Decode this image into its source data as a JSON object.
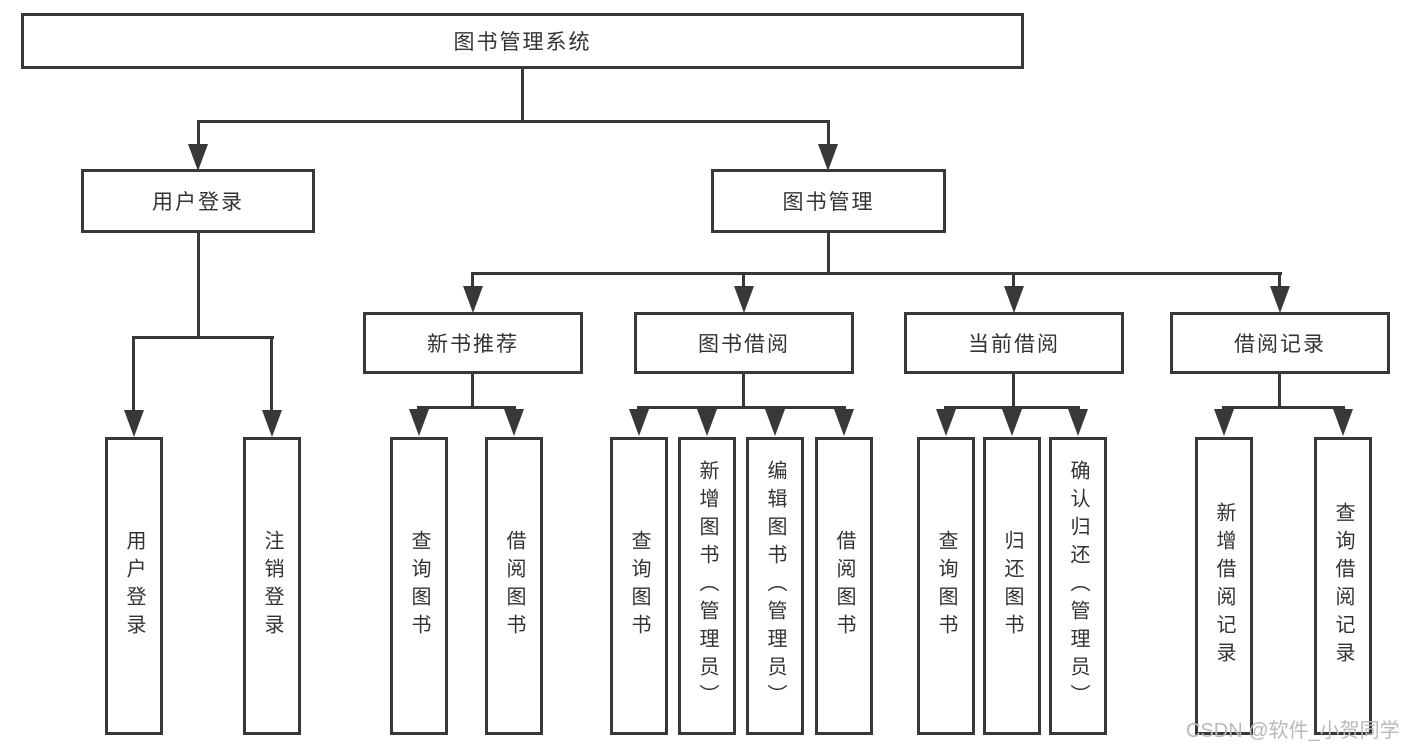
{
  "colors": {
    "line": "#383838",
    "text": "#333333",
    "box_fill": "#ffffff",
    "background": "#ffffff",
    "watermark": "#b9b9b9"
  },
  "watermark": {
    "text": "CSDN @软件_小贺同学"
  },
  "diagram": {
    "root": {
      "label": "图书管理系统"
    },
    "branches": [
      {
        "label": "用户登录",
        "children": [
          {
            "label": "用户登录"
          },
          {
            "label": "注销登录"
          }
        ]
      },
      {
        "label": "图书管理",
        "children": [
          {
            "label": "新书推荐",
            "children": [
              {
                "label": "查询图书"
              },
              {
                "label": "借阅图书"
              }
            ]
          },
          {
            "label": "图书借阅",
            "children": [
              {
                "label": "查询图书"
              },
              {
                "label": "新增图书（管理员）"
              },
              {
                "label": "编辑图书（管理员）"
              },
              {
                "label": "借阅图书"
              }
            ]
          },
          {
            "label": "当前借阅",
            "children": [
              {
                "label": "查询图书"
              },
              {
                "label": "归还图书"
              },
              {
                "label": "确认归还（管理员）"
              }
            ]
          },
          {
            "label": "借阅记录",
            "children": [
              {
                "label": "新增借阅记录"
              },
              {
                "label": "查询借阅记录"
              }
            ]
          }
        ]
      }
    ]
  }
}
